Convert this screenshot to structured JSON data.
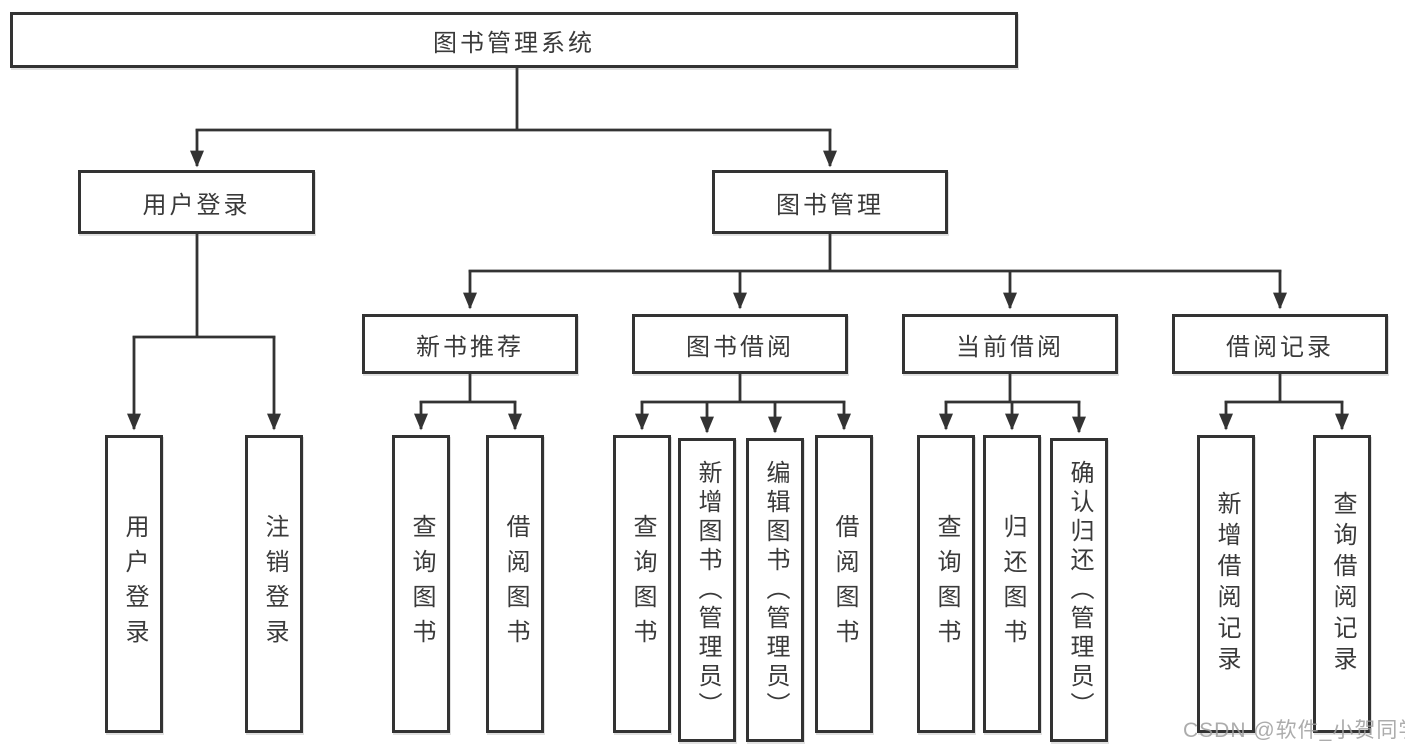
{
  "diagram": {
    "root": {
      "label": "图书管理系统"
    },
    "branches": [
      {
        "label": "用户登录",
        "children": [
          {
            "label": "用户登录"
          },
          {
            "label": "注销登录"
          }
        ]
      },
      {
        "label": "图书管理",
        "children": [
          {
            "label": "新书推荐",
            "children": [
              {
                "label": "查询图书"
              },
              {
                "label": "借阅图书"
              }
            ]
          },
          {
            "label": "图书借阅",
            "children": [
              {
                "label": "查询图书"
              },
              {
                "label": "新增图书（管理员）"
              },
              {
                "label": "编辑图书（管理员）"
              },
              {
                "label": "借阅图书"
              }
            ]
          },
          {
            "label": "当前借阅",
            "children": [
              {
                "label": "查询图书"
              },
              {
                "label": "归还图书"
              },
              {
                "label": "确认归还（管理员）"
              }
            ]
          },
          {
            "label": "借阅记录",
            "children": [
              {
                "label": "新增借阅记录"
              },
              {
                "label": "查询借阅记录"
              }
            ]
          }
        ]
      }
    ]
  },
  "watermark": {
    "text": "CSDN @软件_小贺同学"
  },
  "colors": {
    "line": "#333333",
    "box_border": "#333333",
    "box_fill": "#ffffff",
    "text": "#3a3a3a",
    "watermark": "#9e9e9e",
    "background": "#ffffff"
  }
}
